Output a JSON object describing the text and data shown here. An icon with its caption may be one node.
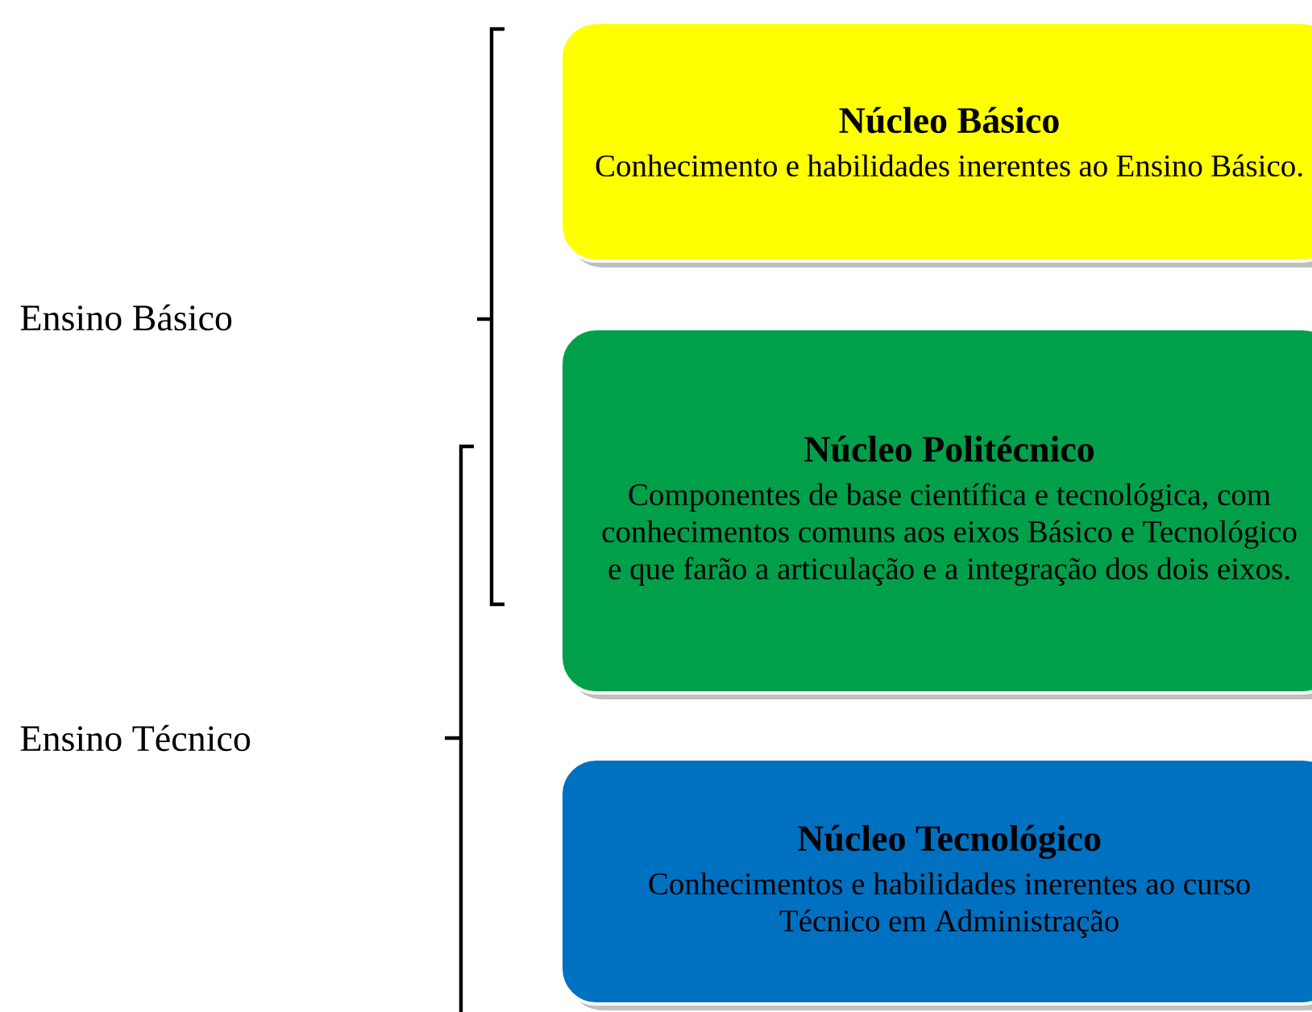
{
  "diagram": {
    "nodes": [
      {
        "text": [
          "Núcleo Básico",
          "Conhecimento e habilidades inerentes ao Ensino Básico."
        ]
      },
      {
        "text": [
          "Núcleo Politécnico",
          "Componentes de base científica e tecnológica, com conhecimentos comuns aos eixos Básico e Tecnológico e que farão a articulação e a integração dos dois eixos."
        ]
      },
      {
        "text": [
          "Núcleo Tecnológico",
          "Conhecimentos e habilidades inerentes ao curso Técnico em Administração"
        ]
      }
    ],
    "edges": [],
    "labels": [
      "Ensino Básico",
      "Ensino Técnico"
    ]
  }
}
